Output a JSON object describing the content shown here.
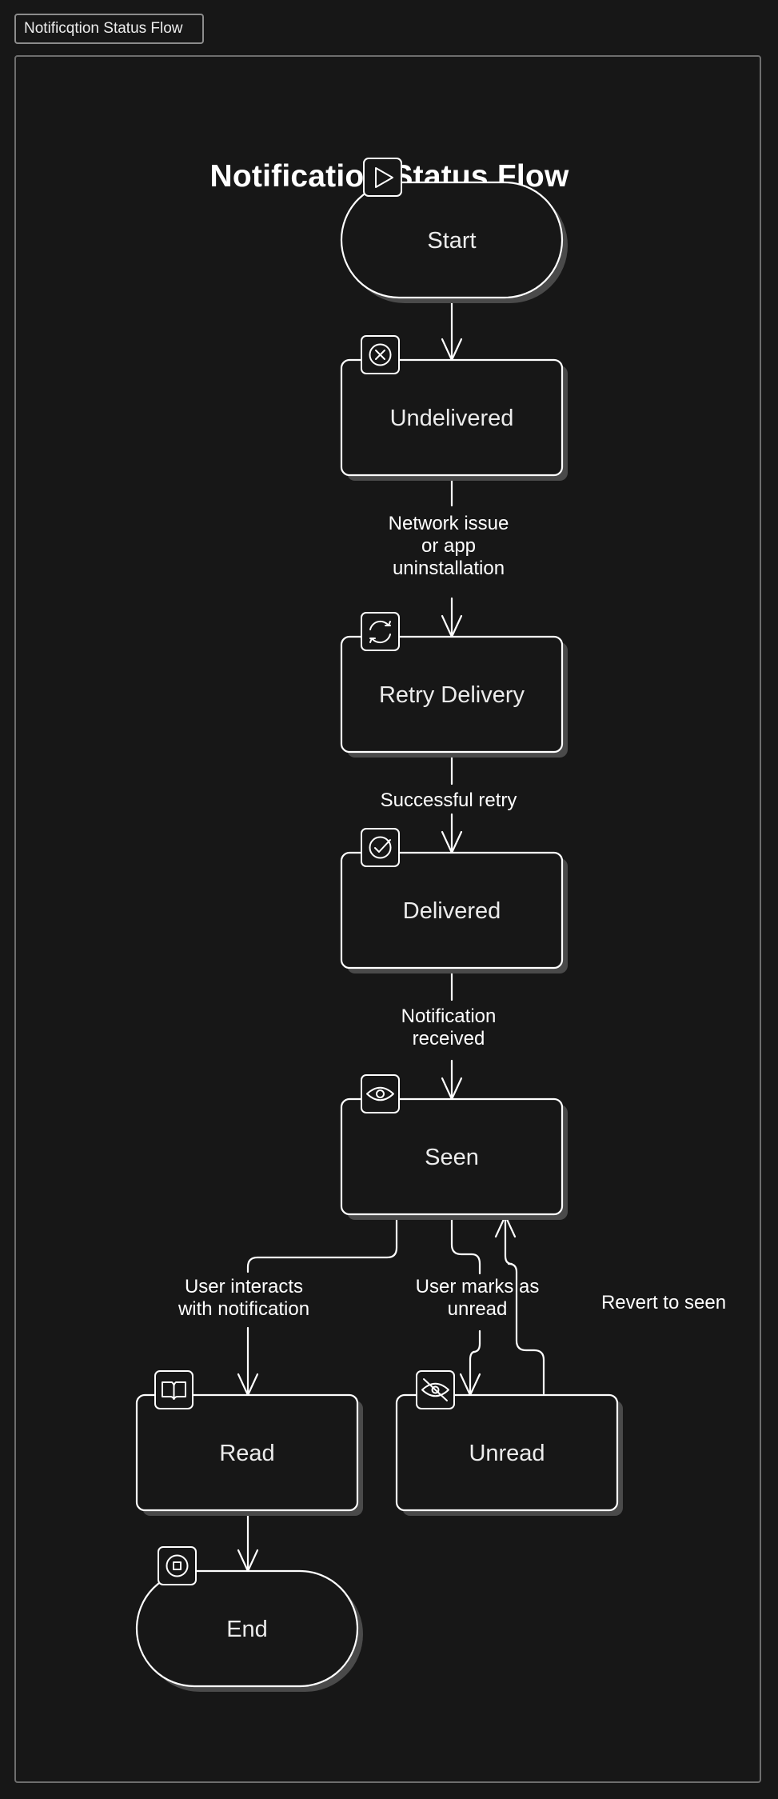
{
  "tab_title": "Notificqtion Status Flow",
  "diagram_title": "Notification Status Flow",
  "nodes": {
    "start": {
      "label": "Start",
      "icon": "play-icon"
    },
    "undelivered": {
      "label": "Undelivered",
      "icon": "x-circle-icon"
    },
    "retry": {
      "label": "Retry Delivery",
      "icon": "refresh-icon"
    },
    "delivered": {
      "label": "Delivered",
      "icon": "check-circle-icon"
    },
    "seen": {
      "label": "Seen",
      "icon": "eye-icon"
    },
    "read": {
      "label": "Read",
      "icon": "book-icon"
    },
    "unread": {
      "label": "Unread",
      "icon": "eye-off-icon"
    },
    "end": {
      "label": "End",
      "icon": "stop-circle-icon"
    }
  },
  "edges": {
    "network": [
      "Network issue",
      "or app",
      "uninstallation"
    ],
    "success": [
      "Successful retry"
    ],
    "received": [
      "Notification",
      "received"
    ],
    "interacts": [
      "User interacts",
      "with notification"
    ],
    "marks": [
      "User marks as",
      "unread"
    ],
    "revert": [
      "Revert to seen"
    ]
  },
  "colors": {
    "background": "#171717",
    "stroke": "#ffffff",
    "shadow": "#4a4a4a"
  }
}
